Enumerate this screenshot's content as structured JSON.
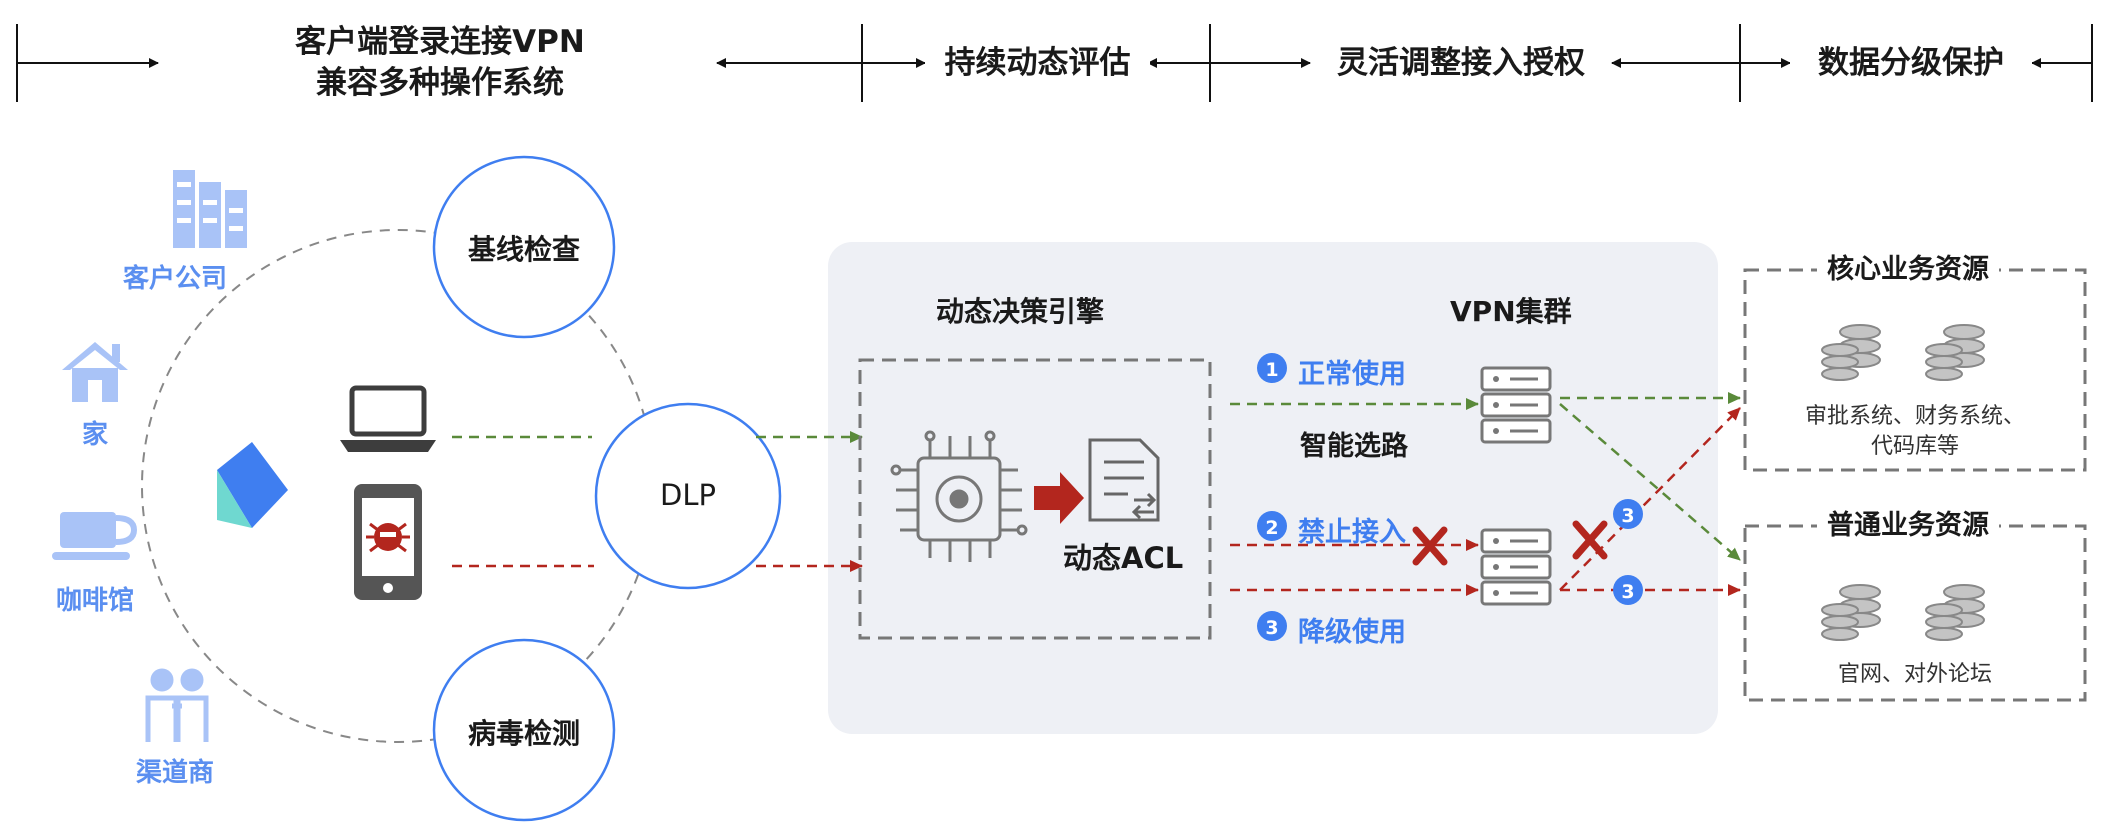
{
  "header": {
    "stage1_line1": "客户端登录连接VPN",
    "stage1_line2": "兼容多种操作系统",
    "stage2": "持续动态评估",
    "stage3": "灵活调整接入授权",
    "stage4": "数据分级保护"
  },
  "locations": {
    "company": "客户公司",
    "home": "家",
    "cafe": "咖啡馆",
    "channel": "渠道商"
  },
  "checks": {
    "baseline": "基线检查",
    "dlp": "DLP",
    "virus": "病毒检测"
  },
  "engine": {
    "title": "动态决策引擎",
    "acl": "动态ACL"
  },
  "vpn": {
    "title": "VPN集群",
    "routing": "智能选路",
    "route1_num": "1",
    "route1": "正常使用",
    "route2_num": "2",
    "route2": "禁止接入",
    "route3_num": "3",
    "route3": "降级使用"
  },
  "resources": {
    "core_title": "核心业务资源",
    "core_desc_line1": "审批系统、财务系统、",
    "core_desc_line2": "代码库等",
    "normal_title": "普通业务资源",
    "normal_desc": "官网、对外论坛"
  },
  "colors": {
    "accent_blue": "#3f7ef0",
    "light_blue": "#a9c3f7",
    "green_path": "#5a8a3a",
    "red_path": "#b3261e",
    "panel_bg": "#eef0f5"
  }
}
